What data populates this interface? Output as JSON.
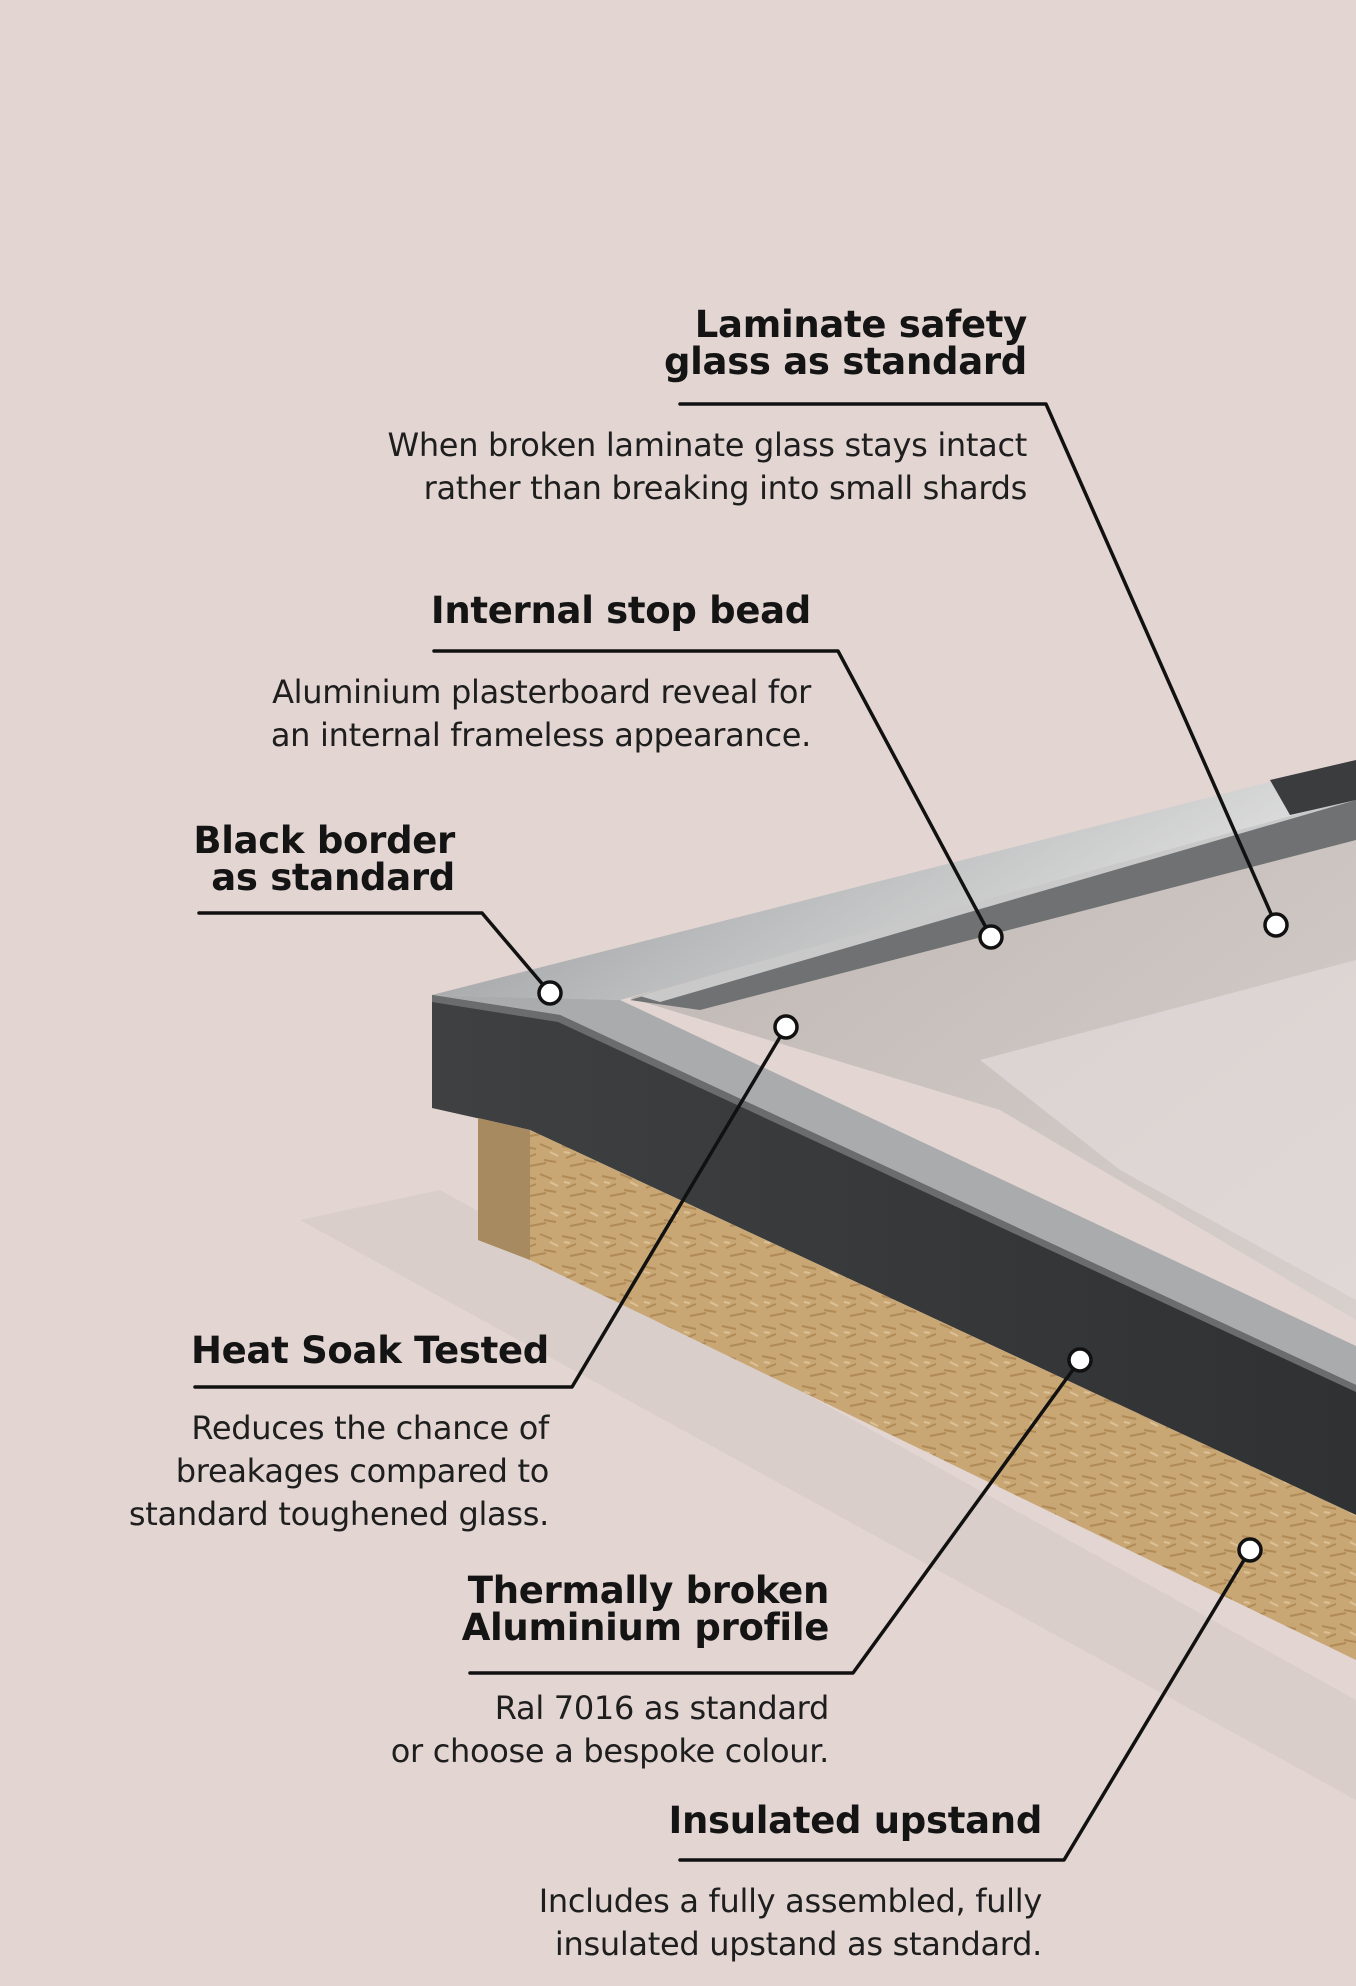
{
  "callouts": [
    {
      "id": "laminate",
      "title": [
        "Laminate safety",
        "glass as standard"
      ],
      "desc": [
        "When broken laminate glass stays intact",
        "rather than breaking into small shards"
      ]
    },
    {
      "id": "stop-bead",
      "title": [
        "Internal stop bead"
      ],
      "desc": [
        "Aluminium plasterboard reveal for",
        "an internal frameless appearance."
      ]
    },
    {
      "id": "black-border",
      "title": [
        "Black border",
        "as standard"
      ],
      "desc": []
    },
    {
      "id": "heat-soak",
      "title": [
        "Heat Soak Tested"
      ],
      "desc": [
        "Reduces the chance of",
        "breakages compared to",
        "standard toughened glass."
      ]
    },
    {
      "id": "thermal",
      "title": [
        "Thermally broken",
        "Aluminium profile"
      ],
      "desc": [
        "Ral 7016 as standard",
        "or choose a bespoke colour."
      ]
    },
    {
      "id": "upstand",
      "title": [
        "Insulated upstand"
      ],
      "desc": [
        "Includes a fully assembled, fully",
        "insulated upstand as standard."
      ]
    }
  ],
  "colors": {
    "background": "#e2d5d2",
    "frame": "#3a3c3e",
    "wood": "#c9a978",
    "glass": "#cfc7c4",
    "line": "#111111"
  }
}
